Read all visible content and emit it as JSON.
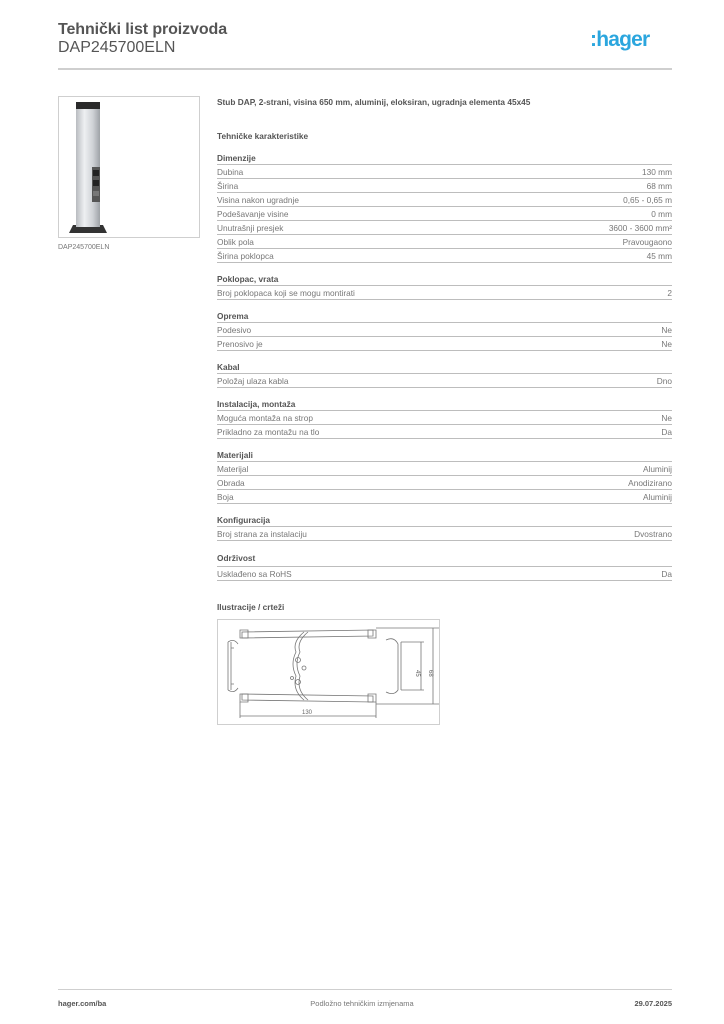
{
  "header": {
    "title": "Tehnički list proizvoda",
    "product_code": "DAP245700ELN",
    "logo_text": ":hager",
    "brand_color": "#2ba6de"
  },
  "product": {
    "image_icon": "product-column-image",
    "caption": "DAP245700ELN",
    "description": "Stub DAP, 2-strani, visina 650 mm, aluminij, eloksiran, ugradnja elementa 45x45"
  },
  "specs": {
    "heading": "Tehničke karakteristike",
    "sections": [
      {
        "title": "Dimenzije",
        "rows": [
          {
            "label": "Dubina",
            "value": "130 mm"
          },
          {
            "label": "Širina",
            "value": "68 mm"
          },
          {
            "label": "Visina nakon ugradnje",
            "value": "0,65 - 0,65 m"
          },
          {
            "label": "Podešavanje visine",
            "value": "0 mm"
          },
          {
            "label": "Unutrašnji presjek",
            "value": "3600 - 3600 mm²"
          },
          {
            "label": "Oblik pola",
            "value": "Pravougaono"
          },
          {
            "label": "Širina poklopca",
            "value": "45 mm"
          }
        ]
      },
      {
        "title": "Poklopac, vrata",
        "rows": [
          {
            "label": "Broj poklopaca koji se mogu montirati",
            "value": "2"
          }
        ]
      },
      {
        "title": "Oprema",
        "rows": [
          {
            "label": "Podesivo",
            "value": "Ne"
          },
          {
            "label": "Prenosivo je",
            "value": "Ne"
          }
        ]
      },
      {
        "title": "Kabal",
        "rows": [
          {
            "label": "Položaj ulaza kabla",
            "value": "Dno"
          }
        ]
      },
      {
        "title": "Instalacija, montaža",
        "rows": [
          {
            "label": "Moguća montaža na strop",
            "value": "Ne"
          },
          {
            "label": "Prikladno za montažu na tlo",
            "value": "Da"
          }
        ]
      },
      {
        "title": "Materijali",
        "rows": [
          {
            "label": "Materijal",
            "value": "Aluminij"
          },
          {
            "label": "Obrada",
            "value": "Anodizirano"
          },
          {
            "label": "Boja",
            "value": "Aluminij"
          }
        ]
      },
      {
        "title": "Konfiguracija",
        "rows": [
          {
            "label": "Broj strana za instalaciju",
            "value": "Dvostrano"
          }
        ]
      },
      {
        "title": "Održivost",
        "rows": [
          {
            "label": "Usklađeno sa RoHS",
            "value": "Da"
          }
        ]
      }
    ]
  },
  "illustrations": {
    "title": "Ilustracije / crteži",
    "dimensions": {
      "width": "130",
      "cover": "45",
      "height": "68"
    }
  },
  "footer": {
    "website": "hager.com/ba",
    "note": "Podložno tehničkim izmjenama",
    "date": "29.07.2025"
  }
}
